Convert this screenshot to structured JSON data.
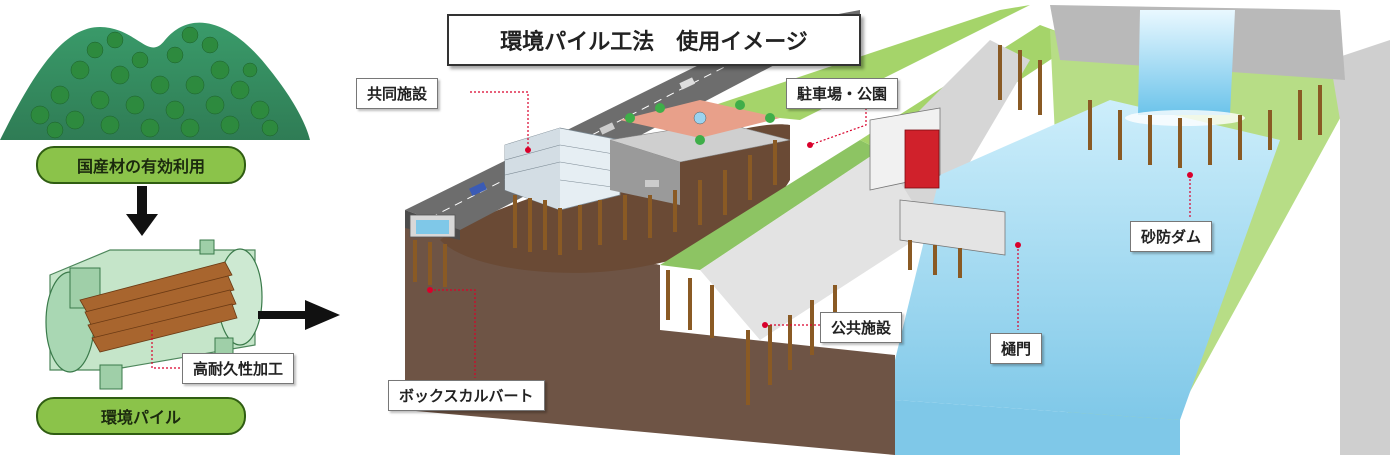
{
  "title": "環境パイル工法　使用イメージ",
  "left": {
    "pill_top": "国産材の有効利用",
    "pill_bottom": "環境パイル",
    "process_label": "高耐久性加工"
  },
  "labels": {
    "kyodo": "共同施設",
    "parking": "駐車場・公園",
    "sabo": "砂防ダム",
    "koukyou": "公共施設",
    "himon": "樋門",
    "box": "ボックスカルバート"
  },
  "colors": {
    "green_pill": "#8bc34a",
    "grass": "#a5d46a",
    "water": "#8fd3ee",
    "soil": "#6b4e3c",
    "pile": "#b07a3a",
    "dotline": "#d9002b"
  }
}
